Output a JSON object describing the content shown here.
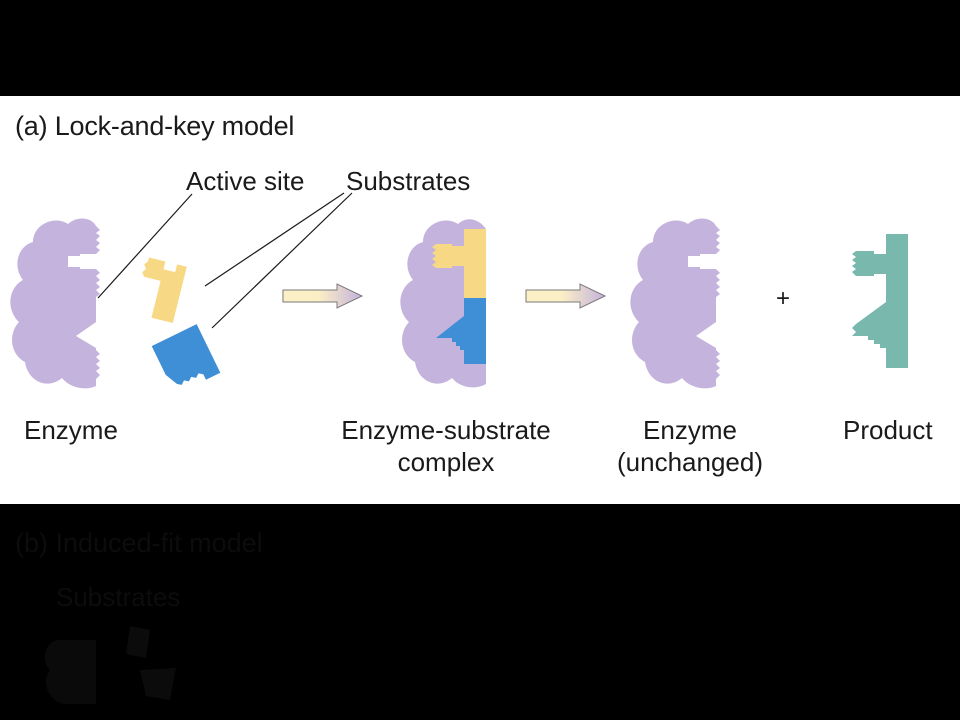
{
  "panel_a": {
    "title": "(a) Lock-and-key model",
    "callouts": {
      "active_site": "Active site",
      "substrates": "Substrates"
    },
    "stages": {
      "enzyme": "Enzyme",
      "complex_line1": "Enzyme-substrate",
      "complex_line2": "complex",
      "enzyme_unchanged_line1": "Enzyme",
      "enzyme_unchanged_line2": "(unchanged)",
      "plus": "+",
      "product": "Product"
    }
  },
  "panel_b": {
    "title": "(b) Induced-fit model",
    "substrates": "Substrates"
  },
  "colors": {
    "enzyme": "#c4b3dc",
    "substrate_yellow": "#f7d985",
    "substrate_blue": "#3f8fd6",
    "product": "#79b8ac",
    "background": "#000000"
  }
}
